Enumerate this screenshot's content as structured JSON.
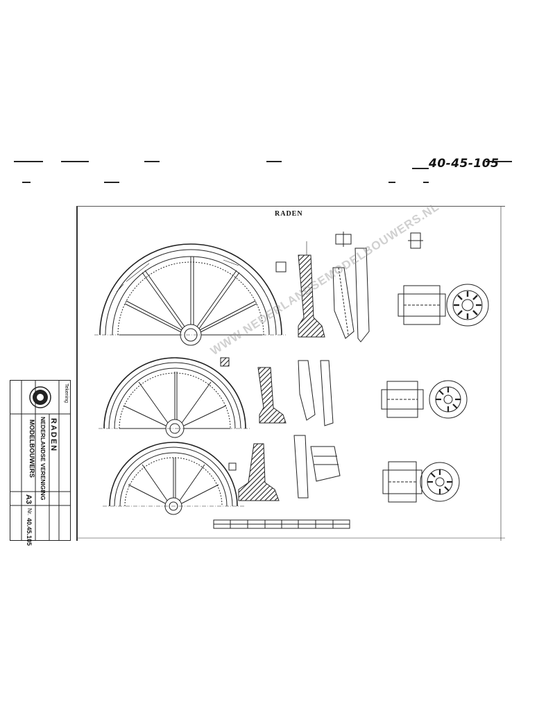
{
  "drawing": {
    "reference_number": "40-45-105",
    "sheet_title": "RADEN"
  },
  "title_block": {
    "header": "Tekening",
    "subject": "RADEN",
    "association_line1": "NEDERLANDSE VERENIGING",
    "association_line2": "MODELBOUWERS",
    "format": "A3",
    "number_label": "Nr.",
    "number": "40.45.105"
  },
  "watermark": "WWW.NEDERLANDSEMODELBOUWERS.NL",
  "colors": {
    "ink": "#111111",
    "hatch": "#333333",
    "paper": "#ffffff",
    "watermark": "#969696"
  }
}
